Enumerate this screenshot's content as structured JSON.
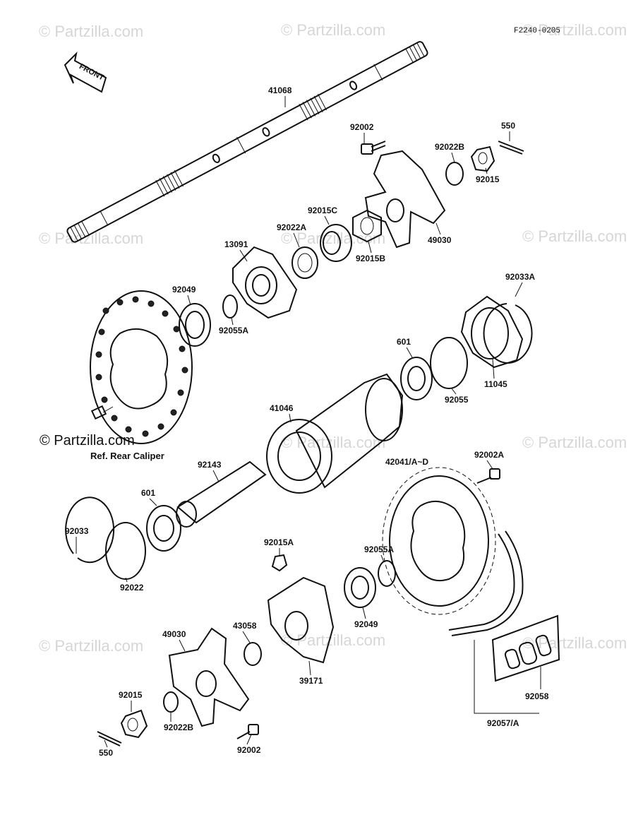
{
  "diagram_code": "F2240-0205",
  "watermark_text": "© Partzilla.com",
  "front_label": "FRONT",
  "ref_caliper": "Ref. Rear Caliper",
  "copyright_text": "© Partzilla.com",
  "parts": [
    "41068",
    "92002",
    "550",
    "92022B",
    "92015",
    "49030",
    "92015C",
    "92015B",
    "92022A",
    "13091",
    "92049",
    "92055A",
    "92033A",
    "601",
    "11045",
    "92055",
    "41046",
    "92143",
    "42041/A~D",
    "92002A",
    "601",
    "92033",
    "92022",
    "92015A",
    "92055A",
    "92049",
    "43058",
    "49030",
    "39171",
    "92058",
    "92057/A",
    "92015",
    "92022B",
    "92002",
    "550"
  ],
  "colors": {
    "ink": "#111111",
    "watermark": "#d6d6d6",
    "paper": "#ffffff"
  }
}
